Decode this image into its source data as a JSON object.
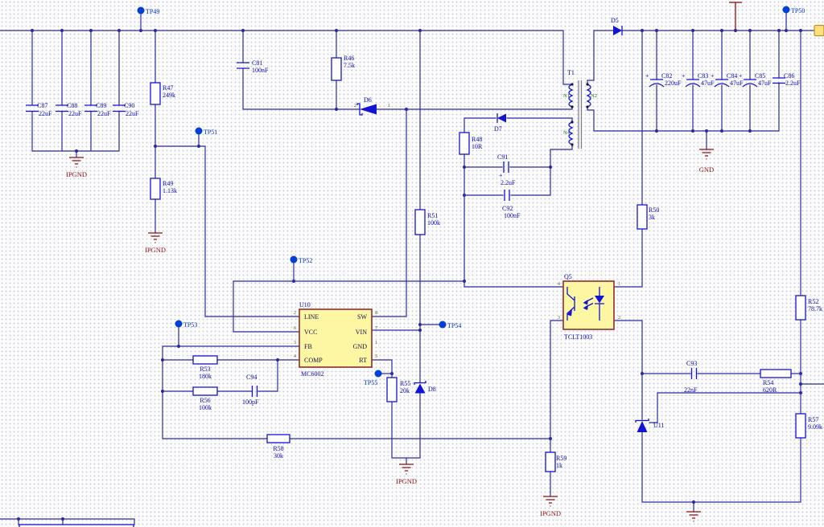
{
  "colors": {
    "wire": "#2d2d9f",
    "component": "#1313d6",
    "ic_fill": "#fdf6a3",
    "ic_border": "#8b2f2f",
    "net_red": "#8b1212",
    "tp_blue": "#0040d8",
    "winding_green": "#007d00",
    "port_fill": "#ffdf7e"
  },
  "nets": {
    "ipgnd": "IPGND",
    "gnd": "GND"
  },
  "misc": {
    "plus": "+"
  },
  "test_points": {
    "tp49": "TP49",
    "tp50": "TP50",
    "tp51": "TP51",
    "tp52": "TP52",
    "tp53": "TP53",
    "tp54": "TP54",
    "tp55": "TP55"
  },
  "components": {
    "r46": {
      "ref": "R46",
      "value": "7.5k"
    },
    "r47": {
      "ref": "R47",
      "value": "249k"
    },
    "r48": {
      "ref": "R48",
      "value": "10R"
    },
    "r49": {
      "ref": "R49",
      "value": "1.13k"
    },
    "r50": {
      "ref": "R50",
      "value": "3k"
    },
    "r51": {
      "ref": "R51",
      "value": "100k"
    },
    "r52": {
      "ref": "R52",
      "value": "78.7k"
    },
    "r53": {
      "ref": "R53",
      "value": "180k"
    },
    "r54": {
      "ref": "R54",
      "value": "620R"
    },
    "r55": {
      "ref": "R55",
      "value": "20k"
    },
    "r56": {
      "ref": "R56",
      "value": "100k"
    },
    "r57": {
      "ref": "R57",
      "value": "9.09k"
    },
    "r58": {
      "ref": "R58",
      "value": "30k"
    },
    "r59": {
      "ref": "R59",
      "value": "1k"
    },
    "c81": {
      "ref": "C81",
      "value": "100nF"
    },
    "c82": {
      "ref": "C82",
      "value": "220uF"
    },
    "c83": {
      "ref": "C83",
      "value": "47uF"
    },
    "c84": {
      "ref": "C84",
      "value": "47uF"
    },
    "c85": {
      "ref": "C85",
      "value": "47uF"
    },
    "c86": {
      "ref": "C86",
      "value": "2.2uF"
    },
    "c87": {
      "ref": "C87",
      "value": "22uF"
    },
    "c88": {
      "ref": "C88",
      "value": "22uF"
    },
    "c89": {
      "ref": "C89",
      "value": "22uF"
    },
    "c90": {
      "ref": "C90",
      "value": "22uF"
    },
    "c91": {
      "ref": "C91",
      "value": "2.2uF"
    },
    "c92": {
      "ref": "C92",
      "value": "100nF"
    },
    "c93": {
      "ref": "C93",
      "value": "22nF"
    },
    "c94": {
      "ref": "C94",
      "value": "100pF"
    },
    "d5": {
      "ref": "D5"
    },
    "d6": {
      "ref": "D6",
      "pins": [
        "2",
        "1"
      ]
    },
    "d7": {
      "ref": "D7"
    },
    "d8": {
      "ref": "D8"
    },
    "u11": {
      "ref": "U11"
    },
    "t1": {
      "ref": "T1",
      "windings": {
        "n1": "N1",
        "n2": "N2",
        "n4": "N4"
      }
    },
    "u10": {
      "ref": "U10",
      "part": "MC6002",
      "left_pins": [
        {
          "num": "2",
          "name": "LINE"
        },
        {
          "num": "6",
          "name": "VCC"
        },
        {
          "num": "3",
          "name": "FB"
        },
        {
          "num": "4",
          "name": "COMP"
        }
      ],
      "right_pins": [
        {
          "num": "8",
          "name": "SW"
        },
        {
          "num": "7",
          "name": "VIN"
        },
        {
          "num": "1",
          "name": "GND"
        },
        {
          "num": "5",
          "name": "RT"
        }
      ]
    },
    "q5": {
      "ref": "Q5",
      "part": "TCLT1003",
      "pin_numbers": [
        "4",
        "1",
        "3",
        "2"
      ]
    }
  }
}
